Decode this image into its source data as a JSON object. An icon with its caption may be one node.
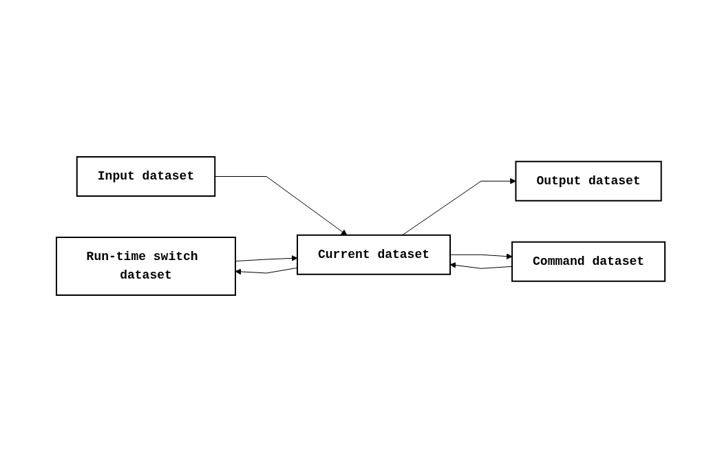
{
  "diagram": {
    "nodes": [
      {
        "text": [
          "Run-time switch dataset"
        ]
      },
      {
        "text": [
          "Input dataset"
        ]
      },
      {
        "text": [
          "Current dataset"
        ]
      },
      {
        "text": [
          "Output dataset"
        ]
      },
      {
        "text": [
          "Command dataset"
        ]
      }
    ],
    "edges": [
      {
        "from": 1,
        "to": 2,
        "arrow": "to"
      },
      {
        "from": 2,
        "to": 0,
        "arrow": "to"
      },
      {
        "from": 0,
        "to": 2,
        "arrow": "to"
      },
      {
        "from": 2,
        "to": 3,
        "arrow": "to"
      },
      {
        "from": 2,
        "to": 4,
        "arrow": "to"
      },
      {
        "from": 4,
        "to": 2,
        "arrow": "to"
      }
    ]
  }
}
